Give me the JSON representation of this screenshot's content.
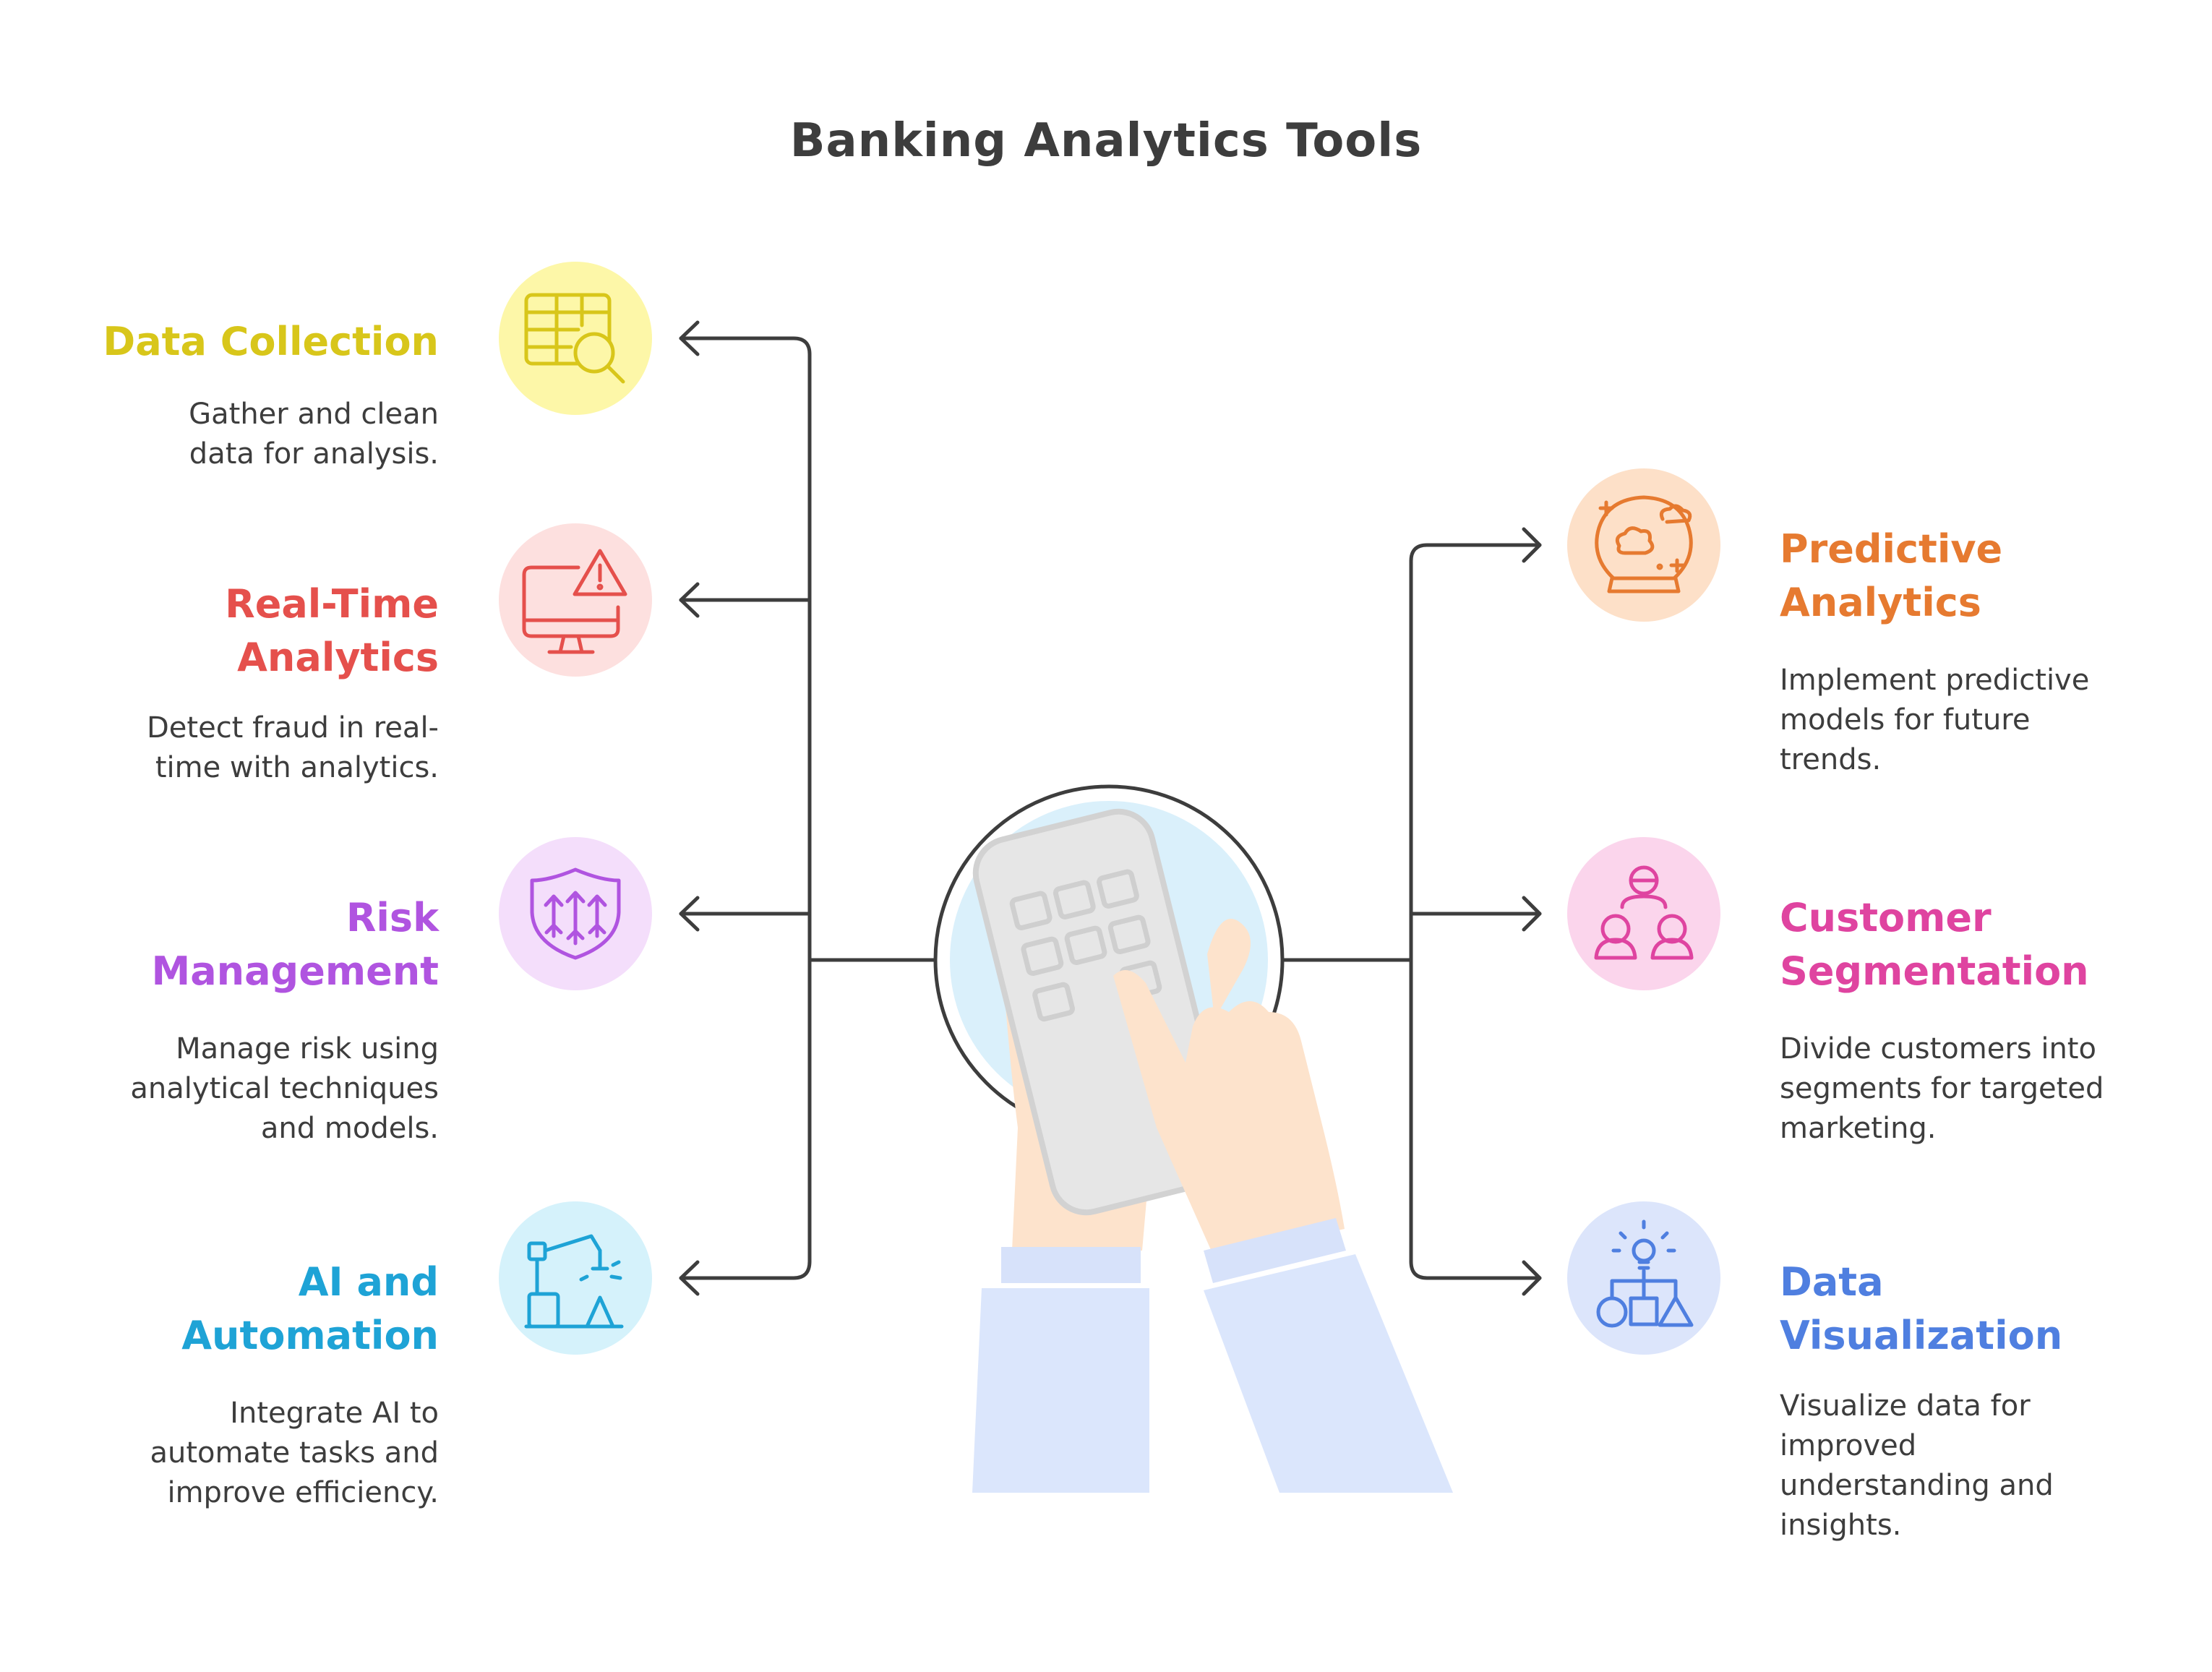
{
  "title": "Banking Analytics Tools",
  "colors": {
    "line": "#3d3d3d",
    "yellow": "#d8c61a",
    "red": "#e5504c",
    "purple": "#b054e0",
    "cyan": "#1ea3d6",
    "orange": "#e67a30",
    "pink": "#df44a0",
    "blue": "#4f7fe0"
  },
  "items": [
    {
      "id": "data-collection",
      "title_lines": [
        "Data Collection"
      ],
      "desc_lines": [
        "Gather and clean",
        "data for analysis."
      ],
      "icon": "table-search-icon"
    },
    {
      "id": "real-time-analytics",
      "title_lines": [
        "Real-Time",
        "Analytics"
      ],
      "desc_lines": [
        "Detect fraud in real-",
        "time with analytics."
      ],
      "icon": "monitor-warning-icon"
    },
    {
      "id": "risk-management",
      "title_lines": [
        "Risk",
        "Management"
      ],
      "desc_lines": [
        "Manage risk using",
        "analytical techniques",
        "and models."
      ],
      "icon": "shield-arrows-icon"
    },
    {
      "id": "ai-automation",
      "title_lines": [
        "AI and",
        "Automation"
      ],
      "desc_lines": [
        "Integrate AI to",
        "automate tasks and",
        "improve efficiency."
      ],
      "icon": "robot-arm-icon"
    },
    {
      "id": "predictive-analytics",
      "title_lines": [
        "Predictive",
        "Analytics"
      ],
      "desc_lines": [
        "Implement predictive",
        "models for future",
        "trends."
      ],
      "icon": "crystal-ball-icon"
    },
    {
      "id": "customer-segmentation",
      "title_lines": [
        "Customer",
        "Segmentation"
      ],
      "desc_lines": [
        "Divide customers into",
        "segments for targeted",
        "marketing."
      ],
      "icon": "people-group-icon"
    },
    {
      "id": "data-visualization",
      "title_lines": [
        "Data",
        "Visualization"
      ],
      "desc_lines": [
        "Visualize data for",
        "improved",
        "understanding and",
        "insights."
      ],
      "icon": "shapes-hierarchy-icon"
    }
  ],
  "center_icon": "hand-calculator-icon"
}
